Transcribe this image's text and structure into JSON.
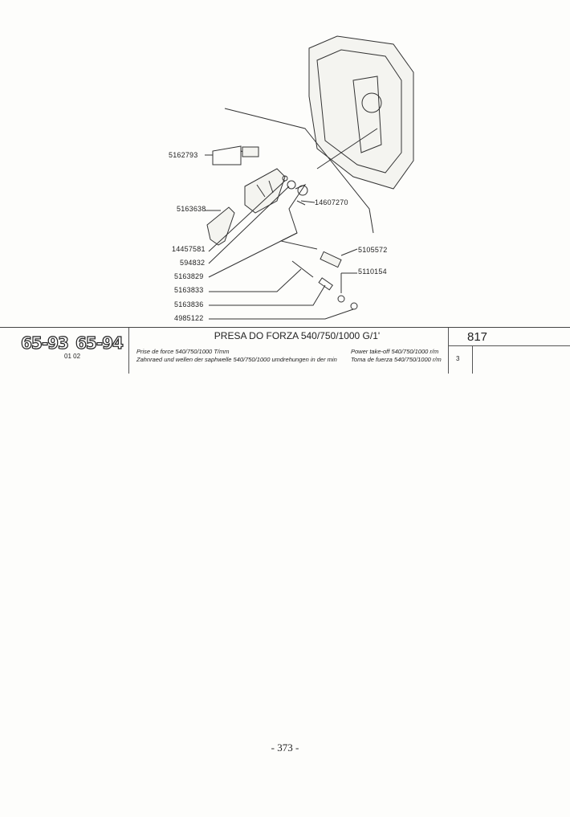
{
  "header": {
    "models": [
      "65-93",
      "65-94"
    ],
    "date": "01 02",
    "title": "PRESA DO FORZA 540/750/1000 G/1'",
    "desc_fr": "Prise de force 540/750/1000 T/mm",
    "desc_de": "Zahnraed und wellen der saphwelle 540/750/1000 umdrehungen in der min",
    "desc_en": "Power take-off 540/750/1000 r/m",
    "desc_es": "Toma de fuerza 540/750/1000 r/m",
    "page_ref": "817",
    "sub_ref": "3"
  },
  "parts": [
    "5162793",
    "5163638",
    "14457581",
    "594832",
    "5163829",
    "5163833",
    "5163836",
    "4985122",
    "14607270",
    "5105572",
    "5110154"
  ],
  "footer": {
    "page_number": "- 373 -"
  }
}
